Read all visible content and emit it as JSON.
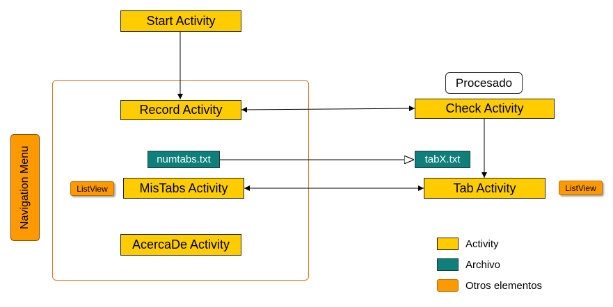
{
  "nodes": {
    "start_activity": "Start Activity",
    "record_activity": "Record Activity",
    "mistabs_activity": "MisTabs Activity",
    "acercade_activity": "AcercaDe Activity",
    "check_activity": "Check Activity",
    "tab_activity": "Tab Activity",
    "procesado": "Procesado",
    "numtabs_file": "numtabs.txt",
    "tabx_file": "tabX.txt",
    "listview_left": "ListView",
    "listview_right": "ListView",
    "navigation_menu": "Navigation Menu"
  },
  "legend": {
    "activity": "Activity",
    "archivo": "Archivo",
    "otros": "Otros elementos"
  },
  "colors": {
    "activity": "#ffcc00",
    "archivo": "#0e7f7a",
    "otros": "#ff9900",
    "group_border": "#e37322"
  }
}
